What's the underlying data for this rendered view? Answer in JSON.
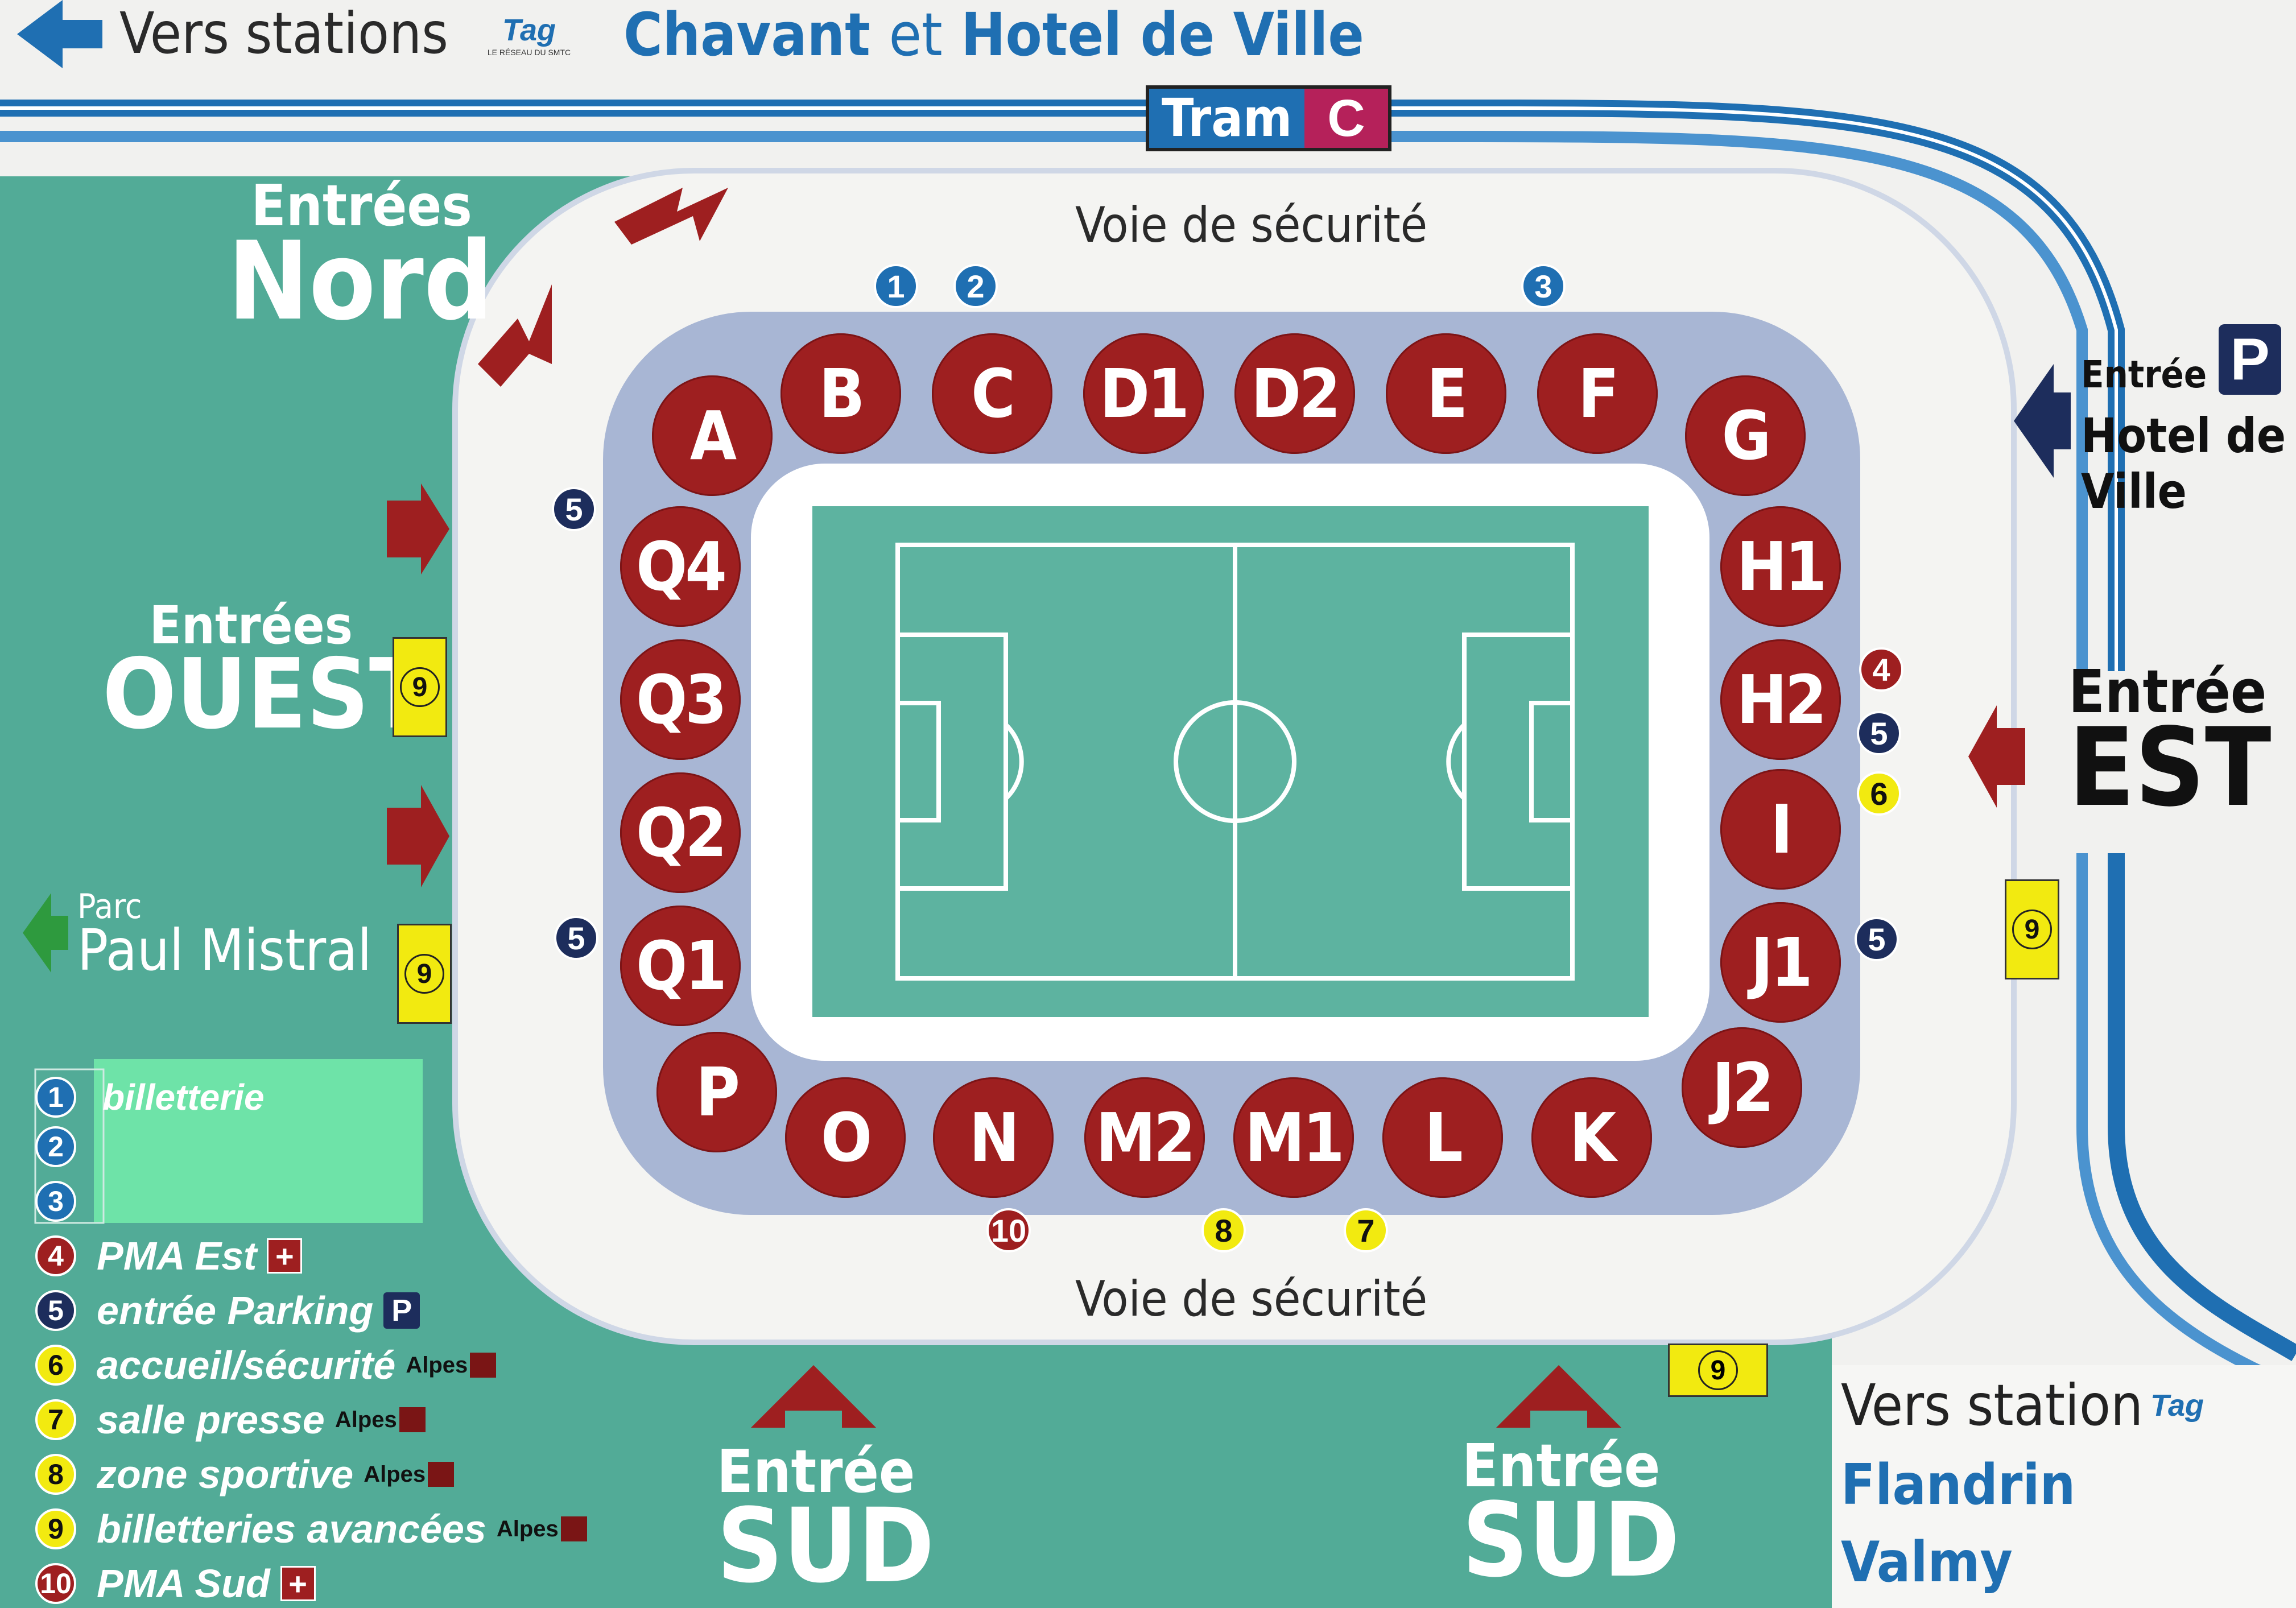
{
  "header": {
    "vers_stations": "Vers stations",
    "tag_logo": "Tag",
    "tag_sub": "LE RÉSEAU DU SMTC",
    "dest_a": "Chavant",
    "et": "et",
    "dest_b": "Hotel de Ville"
  },
  "tram": {
    "label": "Tram",
    "line": "C"
  },
  "voie_top": "Voie de sécurité",
  "voie_bottom": "Voie de sécurité",
  "entrances": {
    "nord_top": "Entrées",
    "nord_main": "Nord",
    "ouest_top": "Entrées",
    "ouest_main": "OUEST",
    "est_top": "Entrée",
    "est_main": "EST",
    "sud1_top": "Entrée",
    "sud1_main": "SUD",
    "sud2_top": "Entrée",
    "sud2_main": "SUD",
    "parking_top": "Entrée",
    "parking_main": "Hotel de Ville",
    "parking_symbol": "P"
  },
  "parc": {
    "small": "Parc",
    "name": "Paul Mistral"
  },
  "flandrin": {
    "vers": "Vers station",
    "line1": "Flandrin",
    "line2": "Valmy"
  },
  "sectors": {
    "top": [
      "B",
      "C",
      "D1",
      "D2",
      "E",
      "F"
    ],
    "corner_tl": "A",
    "corner_tr": "G",
    "corner_bl": "P",
    "corner_br": "J2",
    "left": [
      "Q4",
      "Q3",
      "Q2",
      "Q1"
    ],
    "right": [
      "H1",
      "H2",
      "I",
      "J1"
    ],
    "bottom": [
      "O",
      "N",
      "M2",
      "M1",
      "L",
      "K"
    ]
  },
  "badges": {
    "b1": "1",
    "b2": "2",
    "b3": "3",
    "b4": "4",
    "b5a": "5",
    "b5b": "5",
    "b5c": "5",
    "b5d": "5",
    "b6": "6",
    "b7": "7",
    "b8": "8",
    "b10": "10",
    "n9a": "9",
    "n9b": "9",
    "n9c": "9",
    "n9d": "9"
  },
  "legend": {
    "items": [
      {
        "num": "1",
        "text": "billetterie"
      },
      {
        "num": "2",
        "text": ""
      },
      {
        "num": "3",
        "text": ""
      },
      {
        "num": "4",
        "text": "PMA Est"
      },
      {
        "num": "5",
        "text": "entrée Parking"
      },
      {
        "num": "6",
        "text": "accueil/sécurité"
      },
      {
        "num": "7",
        "text": "salle presse"
      },
      {
        "num": "8",
        "text": "zone sportive"
      },
      {
        "num": "9",
        "text": "billetteries avancées"
      },
      {
        "num": "10",
        "text": "PMA Sud"
      }
    ],
    "alpes": "Alpes",
    "cross": "+",
    "p": "P"
  },
  "colors": {
    "teal": "#52ab97",
    "maroon": "#9e1f20",
    "tram_blue": "#1f6fb2",
    "navy": "#1d2d5c",
    "yellow": "#f2ea10",
    "pitch": "#5db3a0",
    "concourse": "#a8b6d4"
  }
}
